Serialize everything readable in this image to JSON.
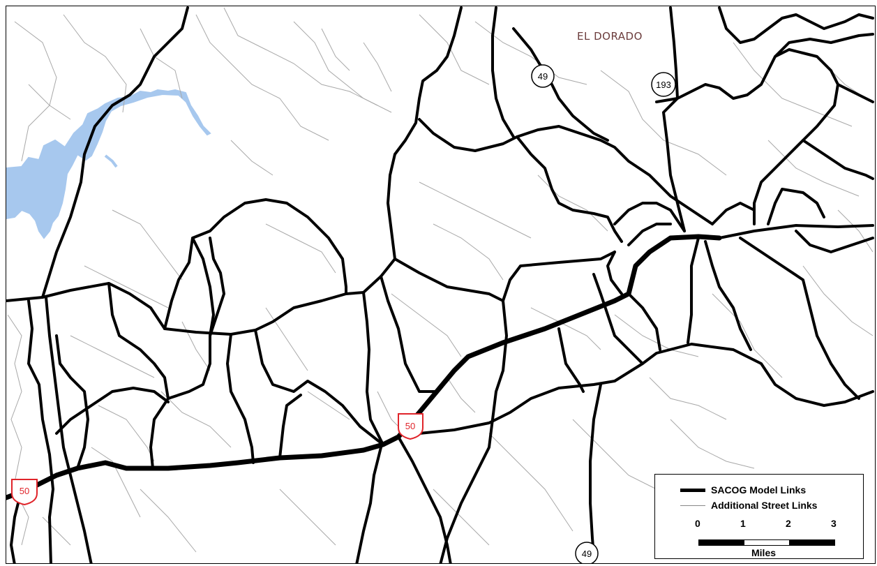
{
  "map": {
    "county_label": "EL DORADO",
    "colors": {
      "background": "#ffffff",
      "model_links": "#000000",
      "street_links": "#a8a8a8",
      "water": "#a7c8ee",
      "county_label": "#6b3c3c",
      "us_shield": "#e0242a"
    },
    "shields": [
      {
        "type": "state-route",
        "number": "49",
        "id": "shield-49-north"
      },
      {
        "type": "state-route",
        "number": "193",
        "id": "shield-193"
      },
      {
        "type": "us-route",
        "number": "50",
        "id": "shield-50-center"
      },
      {
        "type": "us-route",
        "number": "50",
        "id": "shield-50-west"
      },
      {
        "type": "state-route",
        "number": "49",
        "id": "shield-49-south"
      }
    ]
  },
  "legend": {
    "model_links_label": "SACOG Model Links",
    "street_links_label": "Additional Street Links",
    "scale_ticks": [
      "0",
      "1",
      "2",
      "3"
    ],
    "scale_units": "Miles"
  }
}
